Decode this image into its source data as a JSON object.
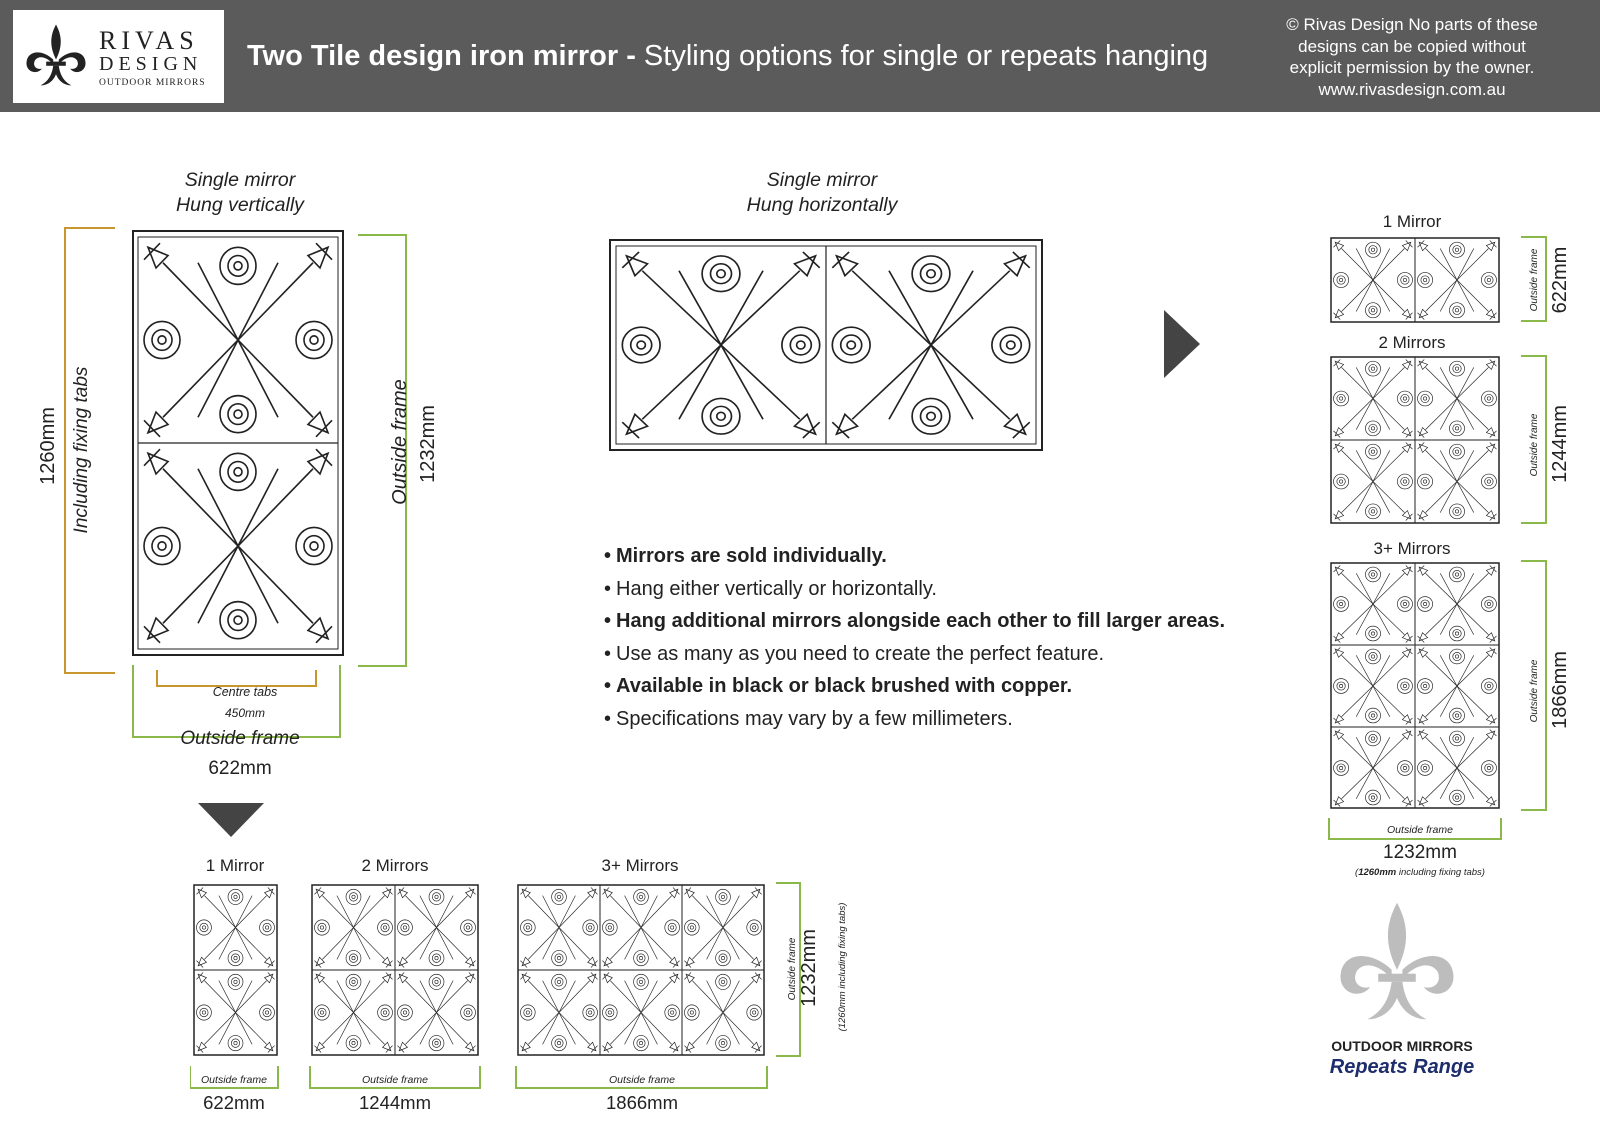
{
  "header": {
    "logo": {
      "name": "RIVAS",
      "design": "DESIGN",
      "sub": "OUTDOOR MIRRORS"
    },
    "title_bold": "Two Tile design iron mirror -",
    "title_rest": " Styling options for single or repeats hanging",
    "copyright_lines": [
      "© Rivas Design No parts of these",
      "designs can be copied without",
      "explicit permission by the owner.",
      "www.rivasdesign.com.au"
    ]
  },
  "vertical_section": {
    "caption_1": "Single mirror",
    "caption_2": "Hung vertically",
    "height_total": "1260mm",
    "height_total_note": "Including fixing tabs",
    "outside_frame_label": "Outside frame",
    "outside_frame_height": "1232mm",
    "centre_tabs_label": "Centre tabs",
    "centre_tabs_value": "450mm",
    "width_label": "Outside frame",
    "width_value": "622mm"
  },
  "horizontal_section": {
    "caption_1": "Single mirror",
    "caption_2": "Hung horizontally"
  },
  "bullets": [
    {
      "text": "Mirrors are sold individually.",
      "bold": true
    },
    {
      "text": "Hang either vertically or horizontally.",
      "bold": false
    },
    {
      "text": "Hang additional mirrors alongside each other to fill larger areas.",
      "bold": true
    },
    {
      "text": "Use as many as you need to create the perfect feature.",
      "bold": false
    },
    {
      "text": "Available in black or black brushed with copper.",
      "bold": true
    },
    {
      "text": "Specifications may vary by a few millimeters.",
      "bold": false
    }
  ],
  "bottom_repeats": {
    "titles": [
      "1 Mirror",
      "2 Mirrors",
      "3+ Mirrors"
    ],
    "frame_label": "Outside frame",
    "widths": [
      "622mm",
      "1244mm",
      "1866mm"
    ],
    "height_label": "Outside frame",
    "height_value": "1232mm",
    "height_note": "(1260mm including fixing tabs)"
  },
  "right_repeats": {
    "titles": [
      "1 Mirror",
      "2 Mirrors",
      "3+ Mirrors"
    ],
    "side_label": "Outside frame",
    "heights": [
      "622mm",
      "1244mm",
      "1866mm"
    ],
    "bottom_label": "Outside frame",
    "bottom_value": "1232mm",
    "bottom_note_bold": "1260mm",
    "bottom_note_rest": " including fixing tabs)",
    "bottom_note_open": "("
  },
  "brand": {
    "line": "OUTDOOR MIRRORS",
    "range": "Repeats Range"
  },
  "colors": {
    "header_bg": "#5b5b5b",
    "orange_dim": "#c8962f",
    "green_dim": "#8bb84a",
    "navy": "#1e2d6b"
  }
}
